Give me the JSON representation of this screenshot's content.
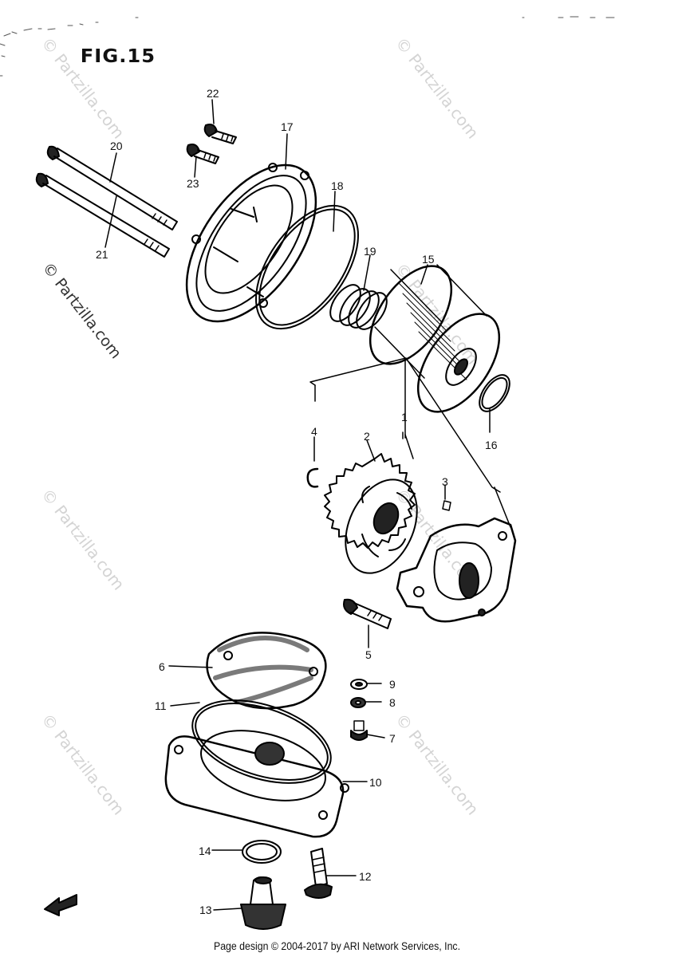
{
  "figure": {
    "title": "FIG.15"
  },
  "callouts": [
    {
      "id": "c22",
      "label": "22"
    },
    {
      "id": "c17",
      "label": "17"
    },
    {
      "id": "c20",
      "label": "20"
    },
    {
      "id": "c23",
      "label": "23"
    },
    {
      "id": "c18",
      "label": "18"
    },
    {
      "id": "c21",
      "label": "21"
    },
    {
      "id": "c19",
      "label": "19"
    },
    {
      "id": "c15",
      "label": "15"
    },
    {
      "id": "c16",
      "label": "16"
    },
    {
      "id": "c1",
      "label": "1"
    },
    {
      "id": "c4",
      "label": "4"
    },
    {
      "id": "c2",
      "label": "2"
    },
    {
      "id": "c3",
      "label": "3"
    },
    {
      "id": "c5",
      "label": "5"
    },
    {
      "id": "c6",
      "label": "6"
    },
    {
      "id": "c9",
      "label": "9"
    },
    {
      "id": "c8",
      "label": "8"
    },
    {
      "id": "c11",
      "label": "11"
    },
    {
      "id": "c7",
      "label": "7"
    },
    {
      "id": "c10",
      "label": "10"
    },
    {
      "id": "c14",
      "label": "14"
    },
    {
      "id": "c12",
      "label": "12"
    },
    {
      "id": "c13",
      "label": "13"
    }
  ],
  "watermark_text": "© Partzilla.com",
  "footer": {
    "text": "Page design © 2004-2017 by ARI Network Services, Inc."
  }
}
